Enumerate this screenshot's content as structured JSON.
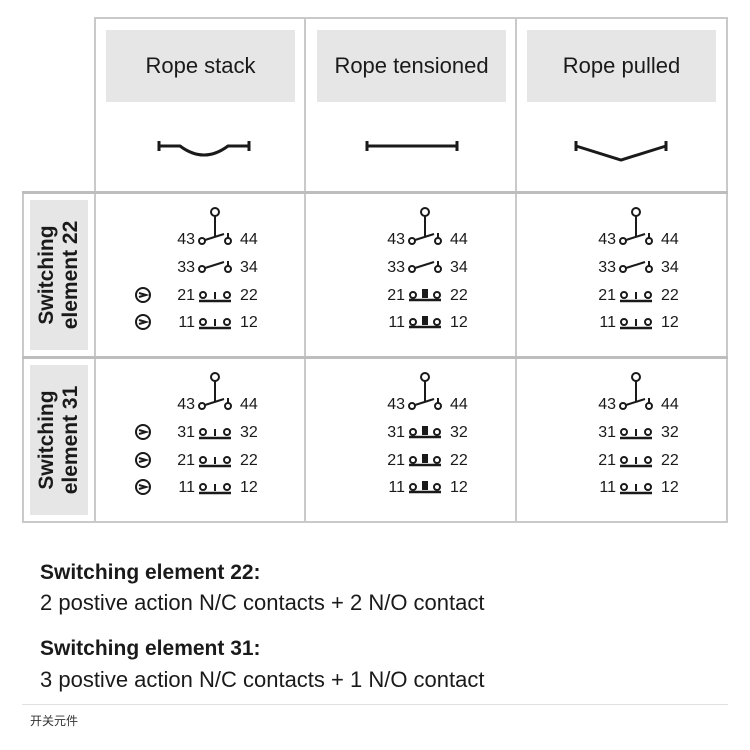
{
  "columns": [
    {
      "label": "Rope stack"
    },
    {
      "label": "Rope tensioned"
    },
    {
      "label": "Rope pulled"
    }
  ],
  "rows": [
    {
      "label_line1": "Switching",
      "label_line2": "element 22",
      "cells": [
        {
          "contacts": [
            {
              "left": "43",
              "right": "44",
              "type": "NO-open",
              "positive": false
            },
            {
              "left": "33",
              "right": "34",
              "type": "NO-open",
              "positive": false
            },
            {
              "left": "21",
              "right": "22",
              "type": "NC-closed",
              "positive": true
            },
            {
              "left": "11",
              "right": "12",
              "type": "NC-closed",
              "positive": true
            }
          ]
        },
        {
          "contacts": [
            {
              "left": "43",
              "right": "44",
              "type": "NO-open",
              "positive": false
            },
            {
              "left": "33",
              "right": "34",
              "type": "NO-open",
              "positive": false
            },
            {
              "left": "21",
              "right": "22",
              "type": "NC-open",
              "positive": false
            },
            {
              "left": "11",
              "right": "12",
              "type": "NC-open",
              "positive": false
            }
          ]
        },
        {
          "contacts": [
            {
              "left": "43",
              "right": "44",
              "type": "NO-open",
              "positive": false
            },
            {
              "left": "33",
              "right": "34",
              "type": "NO-open",
              "positive": false
            },
            {
              "left": "21",
              "right": "22",
              "type": "NC-closed",
              "positive": false
            },
            {
              "left": "11",
              "right": "12",
              "type": "NC-closed",
              "positive": false
            }
          ]
        }
      ]
    },
    {
      "label_line1": "Switching",
      "label_line2": "element 31",
      "cells": [
        {
          "contacts": [
            {
              "left": "43",
              "right": "44",
              "type": "NO-open",
              "positive": false
            },
            {
              "left": "31",
              "right": "32",
              "type": "NC-closed",
              "positive": true
            },
            {
              "left": "21",
              "right": "22",
              "type": "NC-closed",
              "positive": true
            },
            {
              "left": "11",
              "right": "12",
              "type": "NC-closed",
              "positive": true
            }
          ]
        },
        {
          "contacts": [
            {
              "left": "43",
              "right": "44",
              "type": "NO-open",
              "positive": false
            },
            {
              "left": "31",
              "right": "32",
              "type": "NC-open",
              "positive": false
            },
            {
              "left": "21",
              "right": "22",
              "type": "NC-open",
              "positive": false
            },
            {
              "left": "11",
              "right": "12",
              "type": "NC-open",
              "positive": false
            }
          ]
        },
        {
          "contacts": [
            {
              "left": "43",
              "right": "44",
              "type": "NO-open",
              "positive": false
            },
            {
              "left": "31",
              "right": "32",
              "type": "NC-closed",
              "positive": false
            },
            {
              "left": "21",
              "right": "22",
              "type": "NC-closed",
              "positive": false
            },
            {
              "left": "11",
              "right": "12",
              "type": "NC-closed",
              "positive": false
            }
          ]
        }
      ]
    }
  ],
  "rope_states": [
    "sag-up",
    "straight",
    "sag-down"
  ],
  "descriptions": [
    {
      "title": "Switching element 22:",
      "text": "2 postive action N/C contacts + 2 N/O contact"
    },
    {
      "title": "Switching element 31:",
      "text": "3 postive action N/C contacts + 1 N/O contact"
    }
  ],
  "caption": "开关元件",
  "colors": {
    "header_bg": "#e6e6e6",
    "grid_line": "#c9c9c9",
    "ink": "#1a1a1a"
  }
}
